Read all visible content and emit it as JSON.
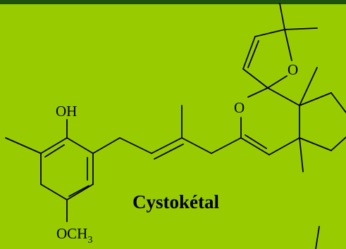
{
  "diagram": {
    "compound_name": "Cystokétal",
    "atom_labels": {
      "hydroxyl": "OH",
      "methoxy_main": "OCH",
      "methoxy_subscript": "3",
      "ring_oxygen_furan": "O",
      "ring_oxygen_pyran": "O"
    }
  },
  "colors": {
    "background": "#99cc00",
    "top_border": "#1e5010",
    "ink": "#000000"
  }
}
